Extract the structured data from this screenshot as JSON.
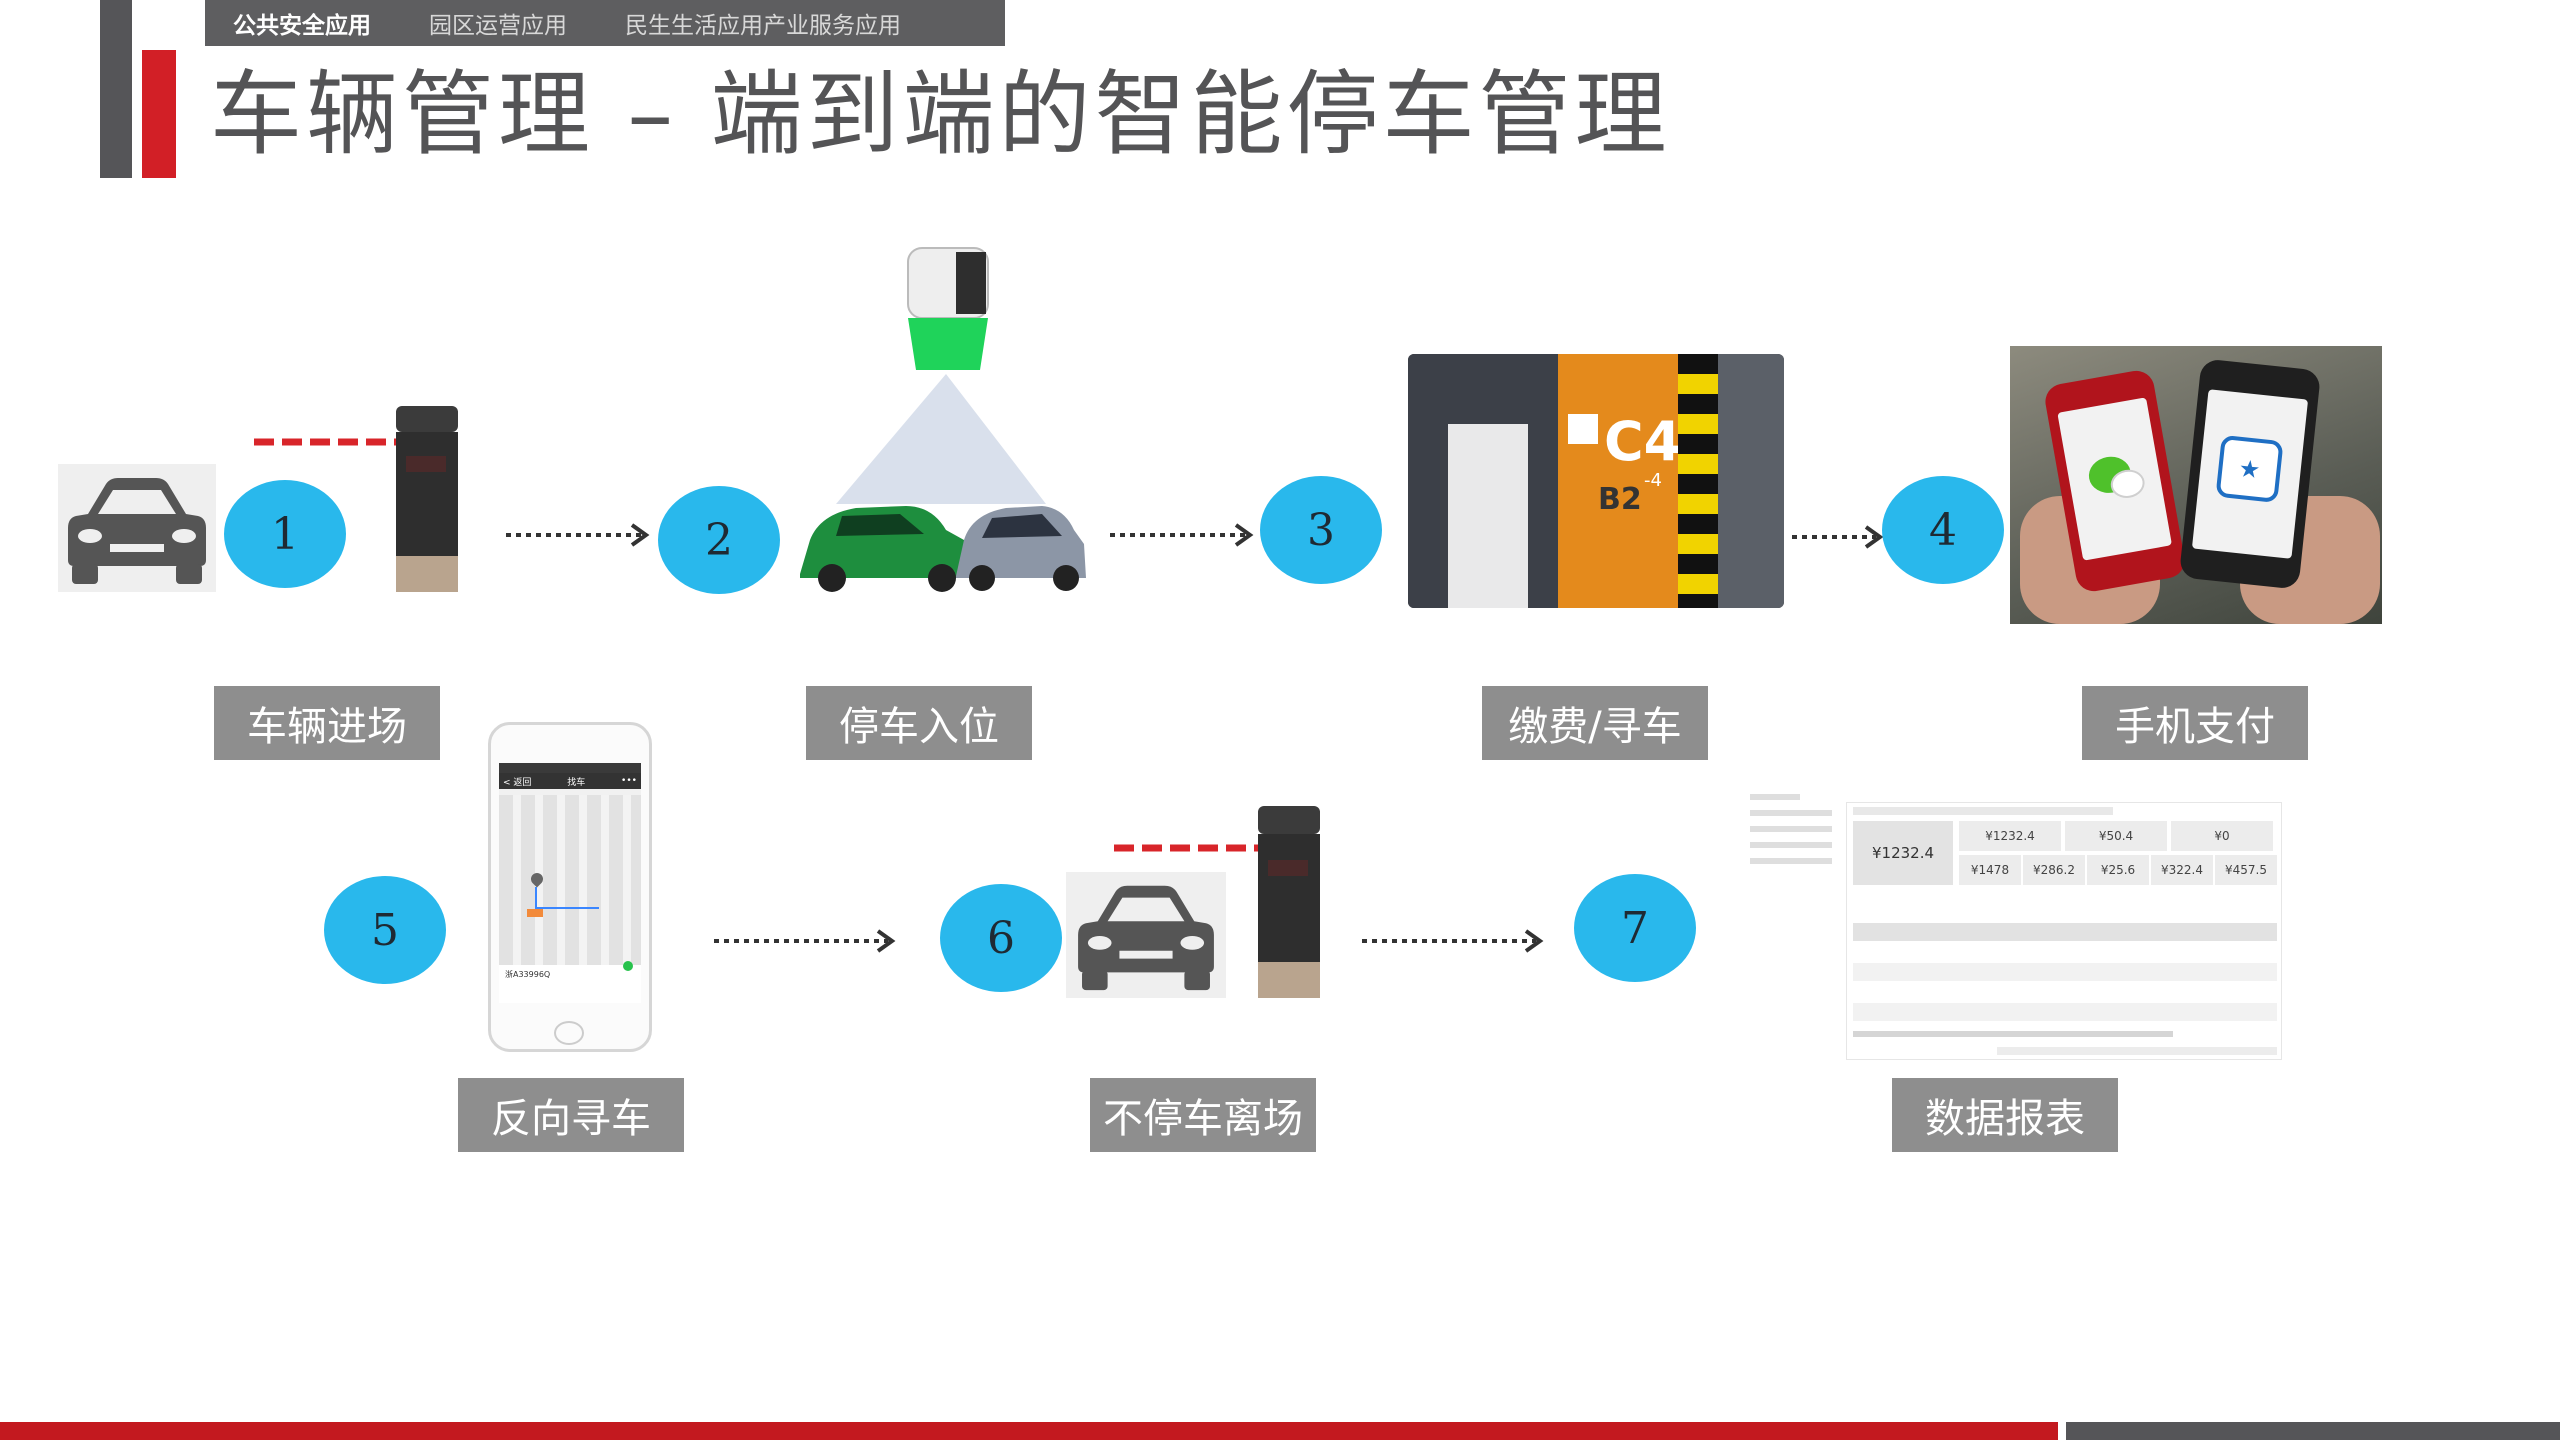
{
  "header": {
    "tabs": [
      {
        "label": "公共安全应用",
        "active": true
      },
      {
        "label": "园区运营应用",
        "active": false
      },
      {
        "label": "民生生活应用产业服务应用",
        "active": false
      }
    ],
    "title": "车辆管理 – 端到端的智能停车管理"
  },
  "steps": [
    {
      "number": "1",
      "label": "车辆进场"
    },
    {
      "number": "2",
      "label": "停车入位"
    },
    {
      "number": "3",
      "label": "缴费/寻车"
    },
    {
      "number": "4",
      "label": "手机支付"
    },
    {
      "number": "5",
      "label": "反向寻车"
    },
    {
      "number": "6",
      "label": "不停车离场"
    },
    {
      "number": "7",
      "label": "数据报表"
    }
  ],
  "photo_sign": {
    "bay": "C4",
    "sub": "-4",
    "level": "B2"
  },
  "phone_app": {
    "nav_back": "< 返回",
    "nav_title": "找车",
    "info_plate": "浙A33996Q"
  },
  "dashboard": {
    "big_kpi": "¥1232.4",
    "kpis_top": [
      "¥1232.4",
      "¥50.4",
      "¥0"
    ],
    "kpis_bottom": [
      "¥1478",
      "¥286.2",
      "¥25.6",
      "¥322.4",
      "¥457.5"
    ]
  },
  "colors": {
    "accent_circle": "#29b8ec",
    "label_bg": "#8e8e8e",
    "brand_red": "#d21f26",
    "brand_gray": "#555558"
  }
}
